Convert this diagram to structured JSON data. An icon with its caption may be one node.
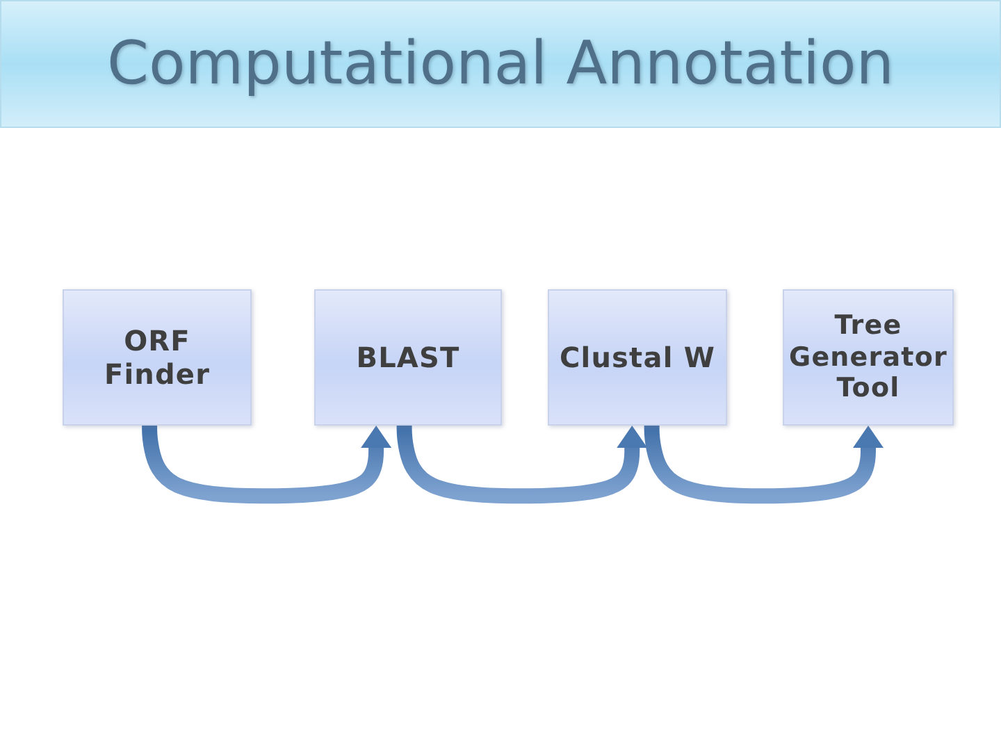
{
  "diagram": {
    "title": "Computational Annotation",
    "nodes": [
      {
        "text": [
          "ORF Finder"
        ]
      },
      {
        "text": [
          "BLAST"
        ]
      },
      {
        "text": [
          "Clustal W"
        ]
      },
      {
        "text": [
          "Tree Generator Tool"
        ]
      }
    ],
    "edges": [
      {
        "from": 0,
        "to": 1,
        "arrow": "to"
      },
      {
        "from": 1,
        "to": 2,
        "arrow": "to"
      },
      {
        "from": 2,
        "to": 3,
        "arrow": "to"
      }
    ]
  }
}
